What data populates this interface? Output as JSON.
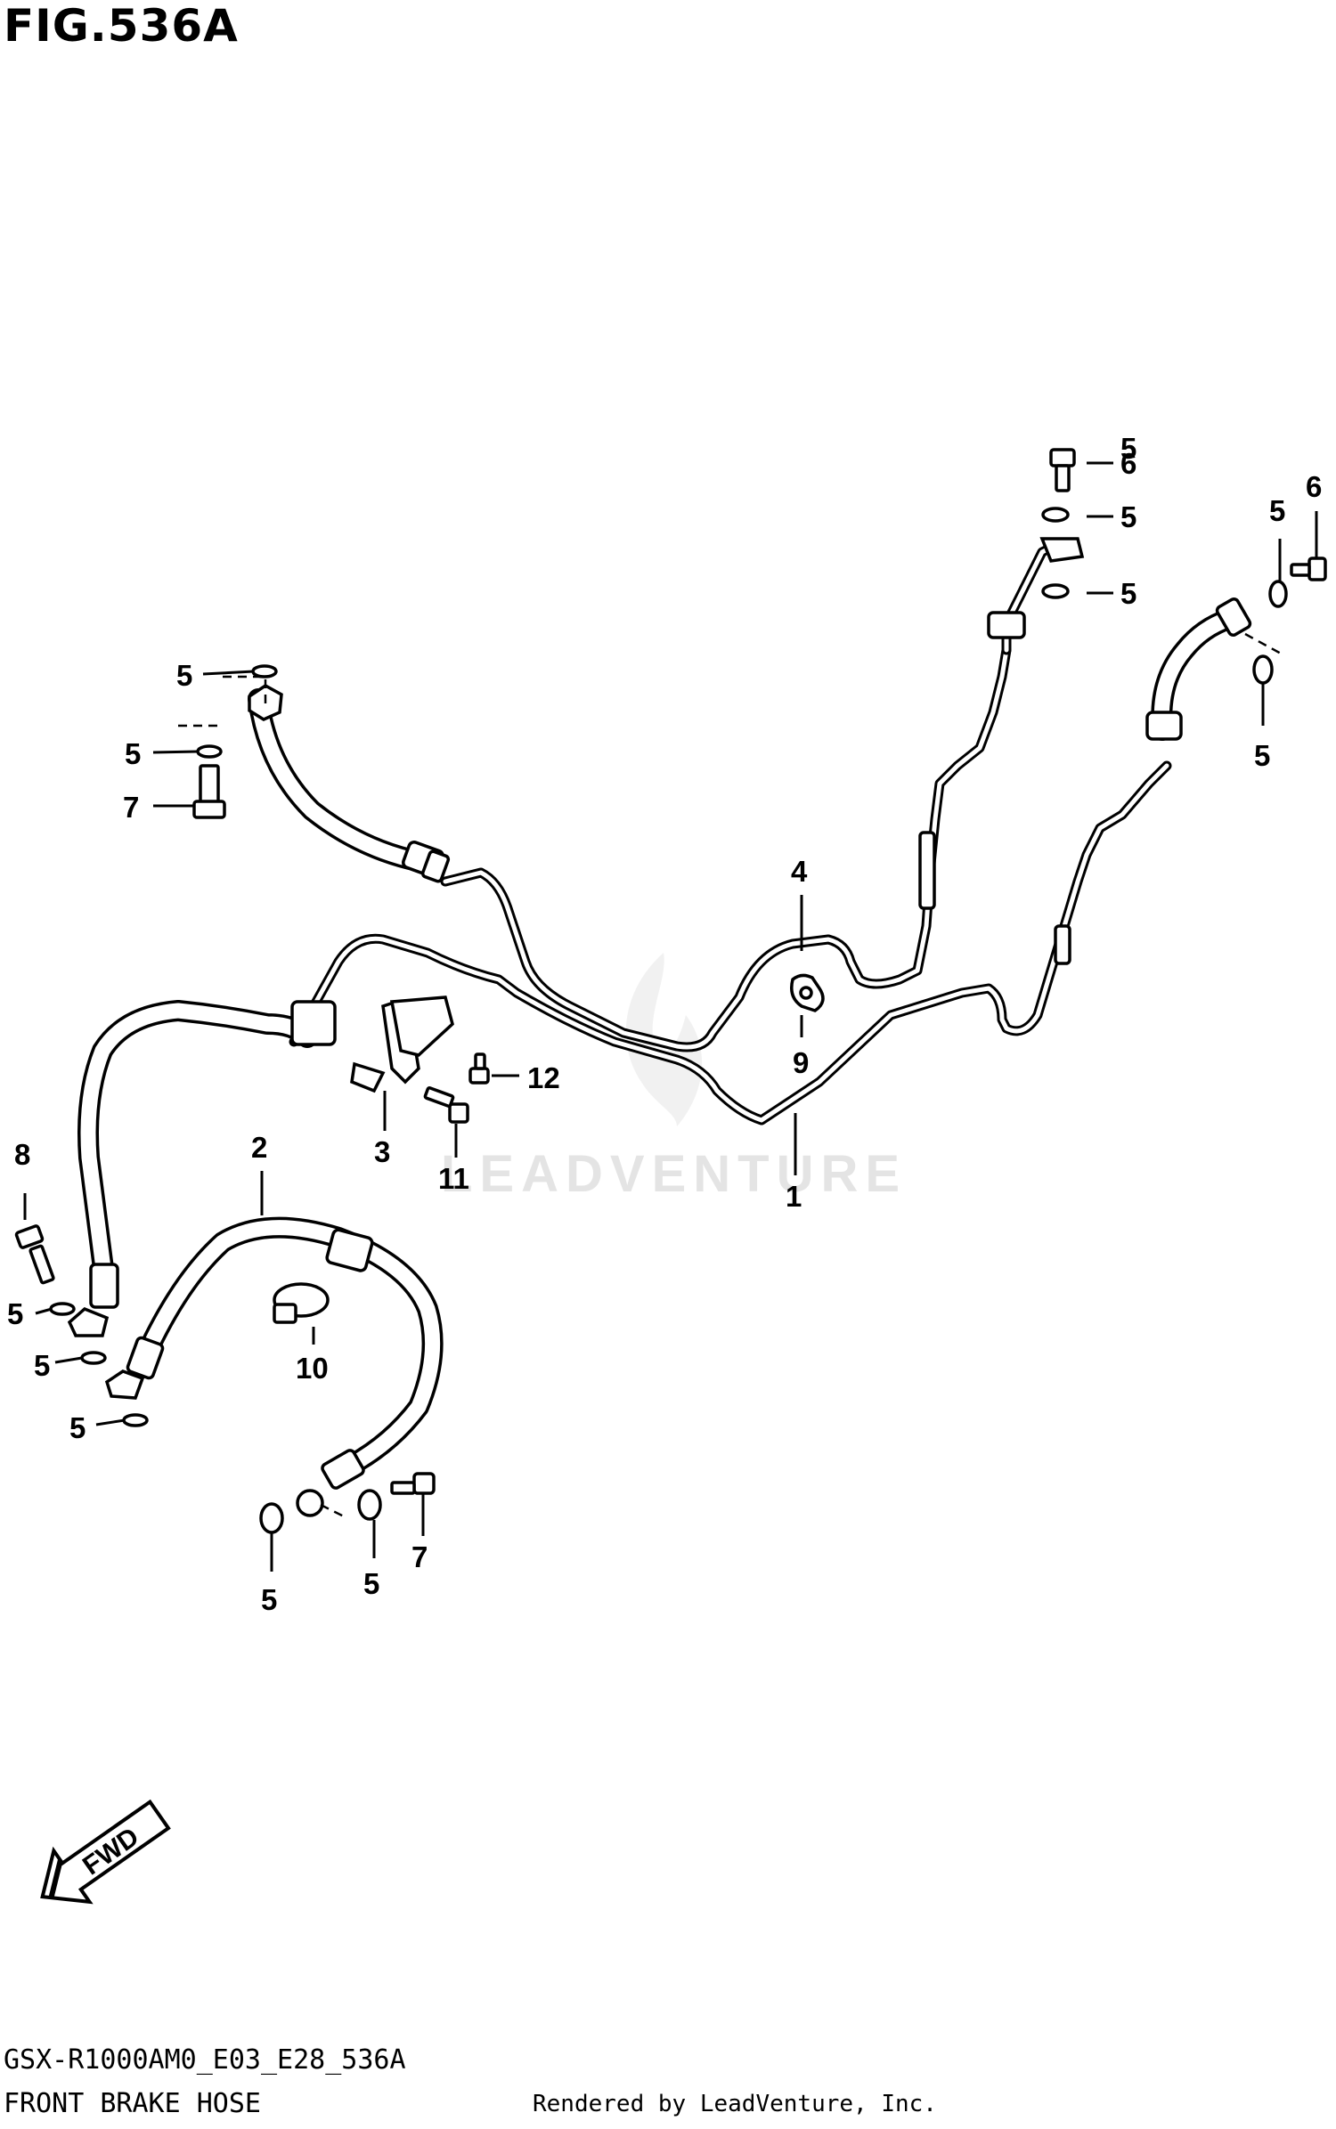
{
  "header": {
    "figure_title": "FIG.536A"
  },
  "footer": {
    "model_code": "GSX-R1000AM0_E03_E28_536A",
    "diagram_title": "FRONT BRAKE HOSE",
    "credit": "Rendered by LeadVenture, Inc."
  },
  "watermark": {
    "text": "LEADVENTURE"
  },
  "direction_marker": {
    "label": "FWD",
    "icon": "fwd-arrow-icon"
  },
  "callouts": [
    {
      "id": "c1",
      "label": "1"
    },
    {
      "id": "c2",
      "label": "2"
    },
    {
      "id": "c3",
      "label": "3"
    },
    {
      "id": "c4",
      "label": "4"
    },
    {
      "id": "c5a",
      "label": "5"
    },
    {
      "id": "c5b",
      "label": "5"
    },
    {
      "id": "c5c",
      "label": "5"
    },
    {
      "id": "c5d",
      "label": "5"
    },
    {
      "id": "c5e",
      "label": "5"
    },
    {
      "id": "c5f",
      "label": "5"
    },
    {
      "id": "c5g",
      "label": "5"
    },
    {
      "id": "c5h",
      "label": "5"
    },
    {
      "id": "c5i",
      "label": "5"
    },
    {
      "id": "c5j",
      "label": "5"
    },
    {
      "id": "c5k",
      "label": "5"
    },
    {
      "id": "c5l",
      "label": "5"
    },
    {
      "id": "c6a",
      "label": "6"
    },
    {
      "id": "c6b",
      "label": "6"
    },
    {
      "id": "c7a",
      "label": "7"
    },
    {
      "id": "c7b",
      "label": "7"
    },
    {
      "id": "c8",
      "label": "8"
    },
    {
      "id": "c9",
      "label": "9"
    },
    {
      "id": "c10",
      "label": "10"
    },
    {
      "id": "c11",
      "label": "11"
    },
    {
      "id": "c12",
      "label": "12"
    }
  ]
}
